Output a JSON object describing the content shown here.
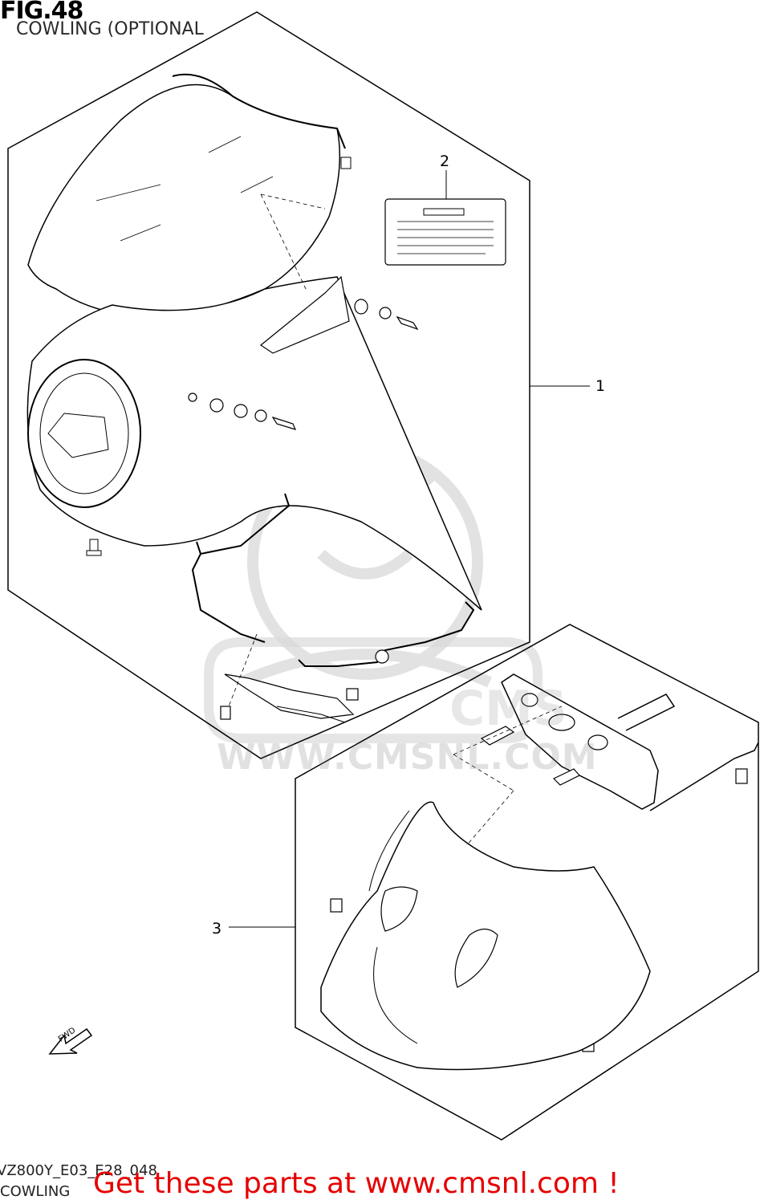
{
  "header": {
    "figure_label": "FIG.48",
    "subtitle": "COWLING (OPTIONAL"
  },
  "callouts": [
    {
      "id": "1",
      "label": "1"
    },
    {
      "id": "2",
      "label": "2"
    },
    {
      "id": "3",
      "label": "3"
    }
  ],
  "watermark": {
    "text": "WWW.CMSNL.COM",
    "logo": "CMS"
  },
  "arrow": {
    "label": "FWD",
    "icon": "forward-arrow-icon"
  },
  "footer": {
    "code": "VZ800Y_E03_E28_048",
    "caption": "COWLING",
    "promo": "Get these parts at www.cmsnl.com !"
  },
  "colors": {
    "line": "#000000",
    "promo": "#e60000",
    "watermark": "#9a9a9a"
  }
}
